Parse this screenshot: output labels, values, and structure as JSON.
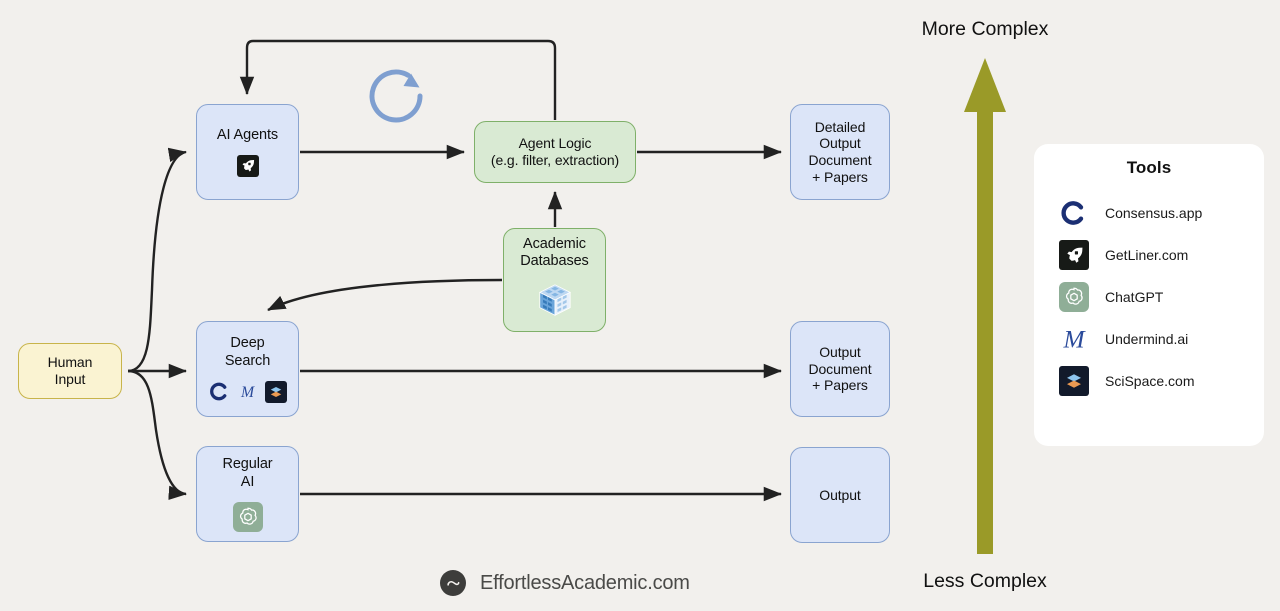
{
  "background_color": "#f2f0ed",
  "diagram": {
    "nodes": {
      "human_input": {
        "label": "Human\nInput",
        "color": "#faf3d2"
      },
      "ai_agents": {
        "label": "AI Agents",
        "color": "#dce5f8",
        "icons": [
          "getliner-icon"
        ]
      },
      "deep_search": {
        "label": "Deep\nSearch",
        "color": "#dce5f8",
        "icons": [
          "consensus-icon",
          "undermind-icon",
          "scispace-icon"
        ]
      },
      "regular_ai": {
        "label": "Regular\nAI",
        "color": "#dce5f8",
        "icons": [
          "chatgpt-icon"
        ]
      },
      "agent_logic": {
        "label": "Agent Logic\n(e.g. filter, extraction)",
        "color": "#d9ead3"
      },
      "academic_databases": {
        "label": "Academic\nDatabases",
        "color": "#d9ead3",
        "icons": [
          "database-cube-icon"
        ]
      },
      "detailed_output": {
        "label": "Detailed\nOutput\nDocument\n+ Papers",
        "color": "#dce5f8"
      },
      "output_document": {
        "label": "Output\nDocument\n+ Papers",
        "color": "#dce5f8"
      },
      "output": {
        "label": "Output",
        "color": "#dce5f8"
      }
    },
    "loop_indicator": {
      "name": "refresh-loop-icon",
      "color": "#7f9fd0"
    },
    "edge_color": "#222222"
  },
  "complexity_axis": {
    "top_label": "More Complex",
    "bottom_label": "Less Complex",
    "arrow_color": "#9a9a28"
  },
  "tools_panel": {
    "title": "Tools",
    "items": [
      {
        "label": "Consensus.app",
        "icon": "consensus-icon"
      },
      {
        "label": "GetLiner.com",
        "icon": "getliner-icon"
      },
      {
        "label": "ChatGPT",
        "icon": "chatgpt-icon"
      },
      {
        "label": "Undermind.ai",
        "icon": "undermind-icon"
      },
      {
        "label": "SciSpace.com",
        "icon": "scispace-icon"
      }
    ]
  },
  "footer": {
    "text": "EffortlessAcademic.com",
    "logo": "effortless-academic-logo"
  }
}
